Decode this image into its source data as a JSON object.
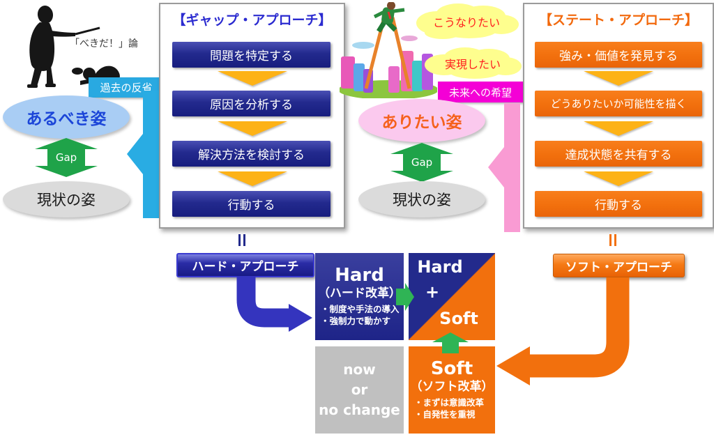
{
  "left_panel": {
    "caption": "「べきだ！」論",
    "badge": "過去の反省",
    "ideal_label": "あるべき姿",
    "gap_label": "Gap",
    "current_label": "現状の姿"
  },
  "gap_approach": {
    "title": "【ギャップ・アプローチ】",
    "steps": [
      "問題を特定する",
      "原因を分析する",
      "解決方法を検討する",
      "行動する"
    ]
  },
  "middle_panel": {
    "cloud1": "こうなりたい",
    "cloud2": "実現したい",
    "badge": "未来への希望",
    "ideal_label": "ありたい姿",
    "gap_label": "Gap",
    "current_label": "現状の姿"
  },
  "state_approach": {
    "title": "【ステート・アプローチ】",
    "steps": [
      "強み・価値を発見する",
      "どうありたいか可能性を描く",
      "達成状態を共有する",
      "行動する"
    ]
  },
  "bottom": {
    "equals_symbol": "‖",
    "hard_approach_label": "ハード・アプローチ",
    "soft_approach_label": "ソフト・アプローチ",
    "matrix": {
      "hard": {
        "title": "Hard",
        "subtitle": "（ハード改革）",
        "bullets": [
          "・制度や手法の導入",
          "・強制力で動かす"
        ]
      },
      "hard_soft": {
        "top": "Hard",
        "plus": "+",
        "bottom": "Soft"
      },
      "now": {
        "lines": [
          "now",
          "or",
          "no change"
        ]
      },
      "soft": {
        "title": "Soft",
        "subtitle": "（ソフト改革）",
        "bullets": [
          "・まずは意識改革",
          "・自発性を重視"
        ]
      }
    }
  },
  "colors": {
    "cyan": "#29A9E1",
    "navy": "#232A8C",
    "orange": "#F2700D",
    "green": "#1FA349",
    "magenta": "#F400D6",
    "pink_arrow": "#F99BD3",
    "light_blue": "#A9CDF4",
    "light_pink": "#FBC9EE",
    "cloud_yellow": "#FEFE8E",
    "chevron_yellow": "#FDB216",
    "gray": "#C0C0C0"
  }
}
